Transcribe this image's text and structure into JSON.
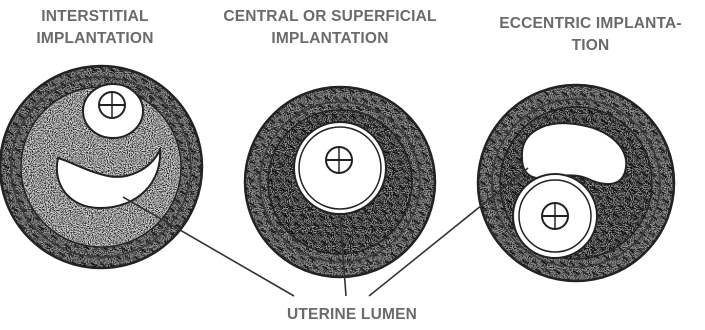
{
  "labels": {
    "interstitial_line1": "INTERSTITIAL",
    "interstitial_line2": "IMPLANTATION",
    "central_line1": "CENTRAL OR SUPERFICIAL",
    "central_line2": "IMPLANTATION",
    "eccentric_line1": "ECCENTRIC IMPLANTA-",
    "eccentric_line2": "TION",
    "uterine_lumen": "UTERINE LUMEN"
  }
}
